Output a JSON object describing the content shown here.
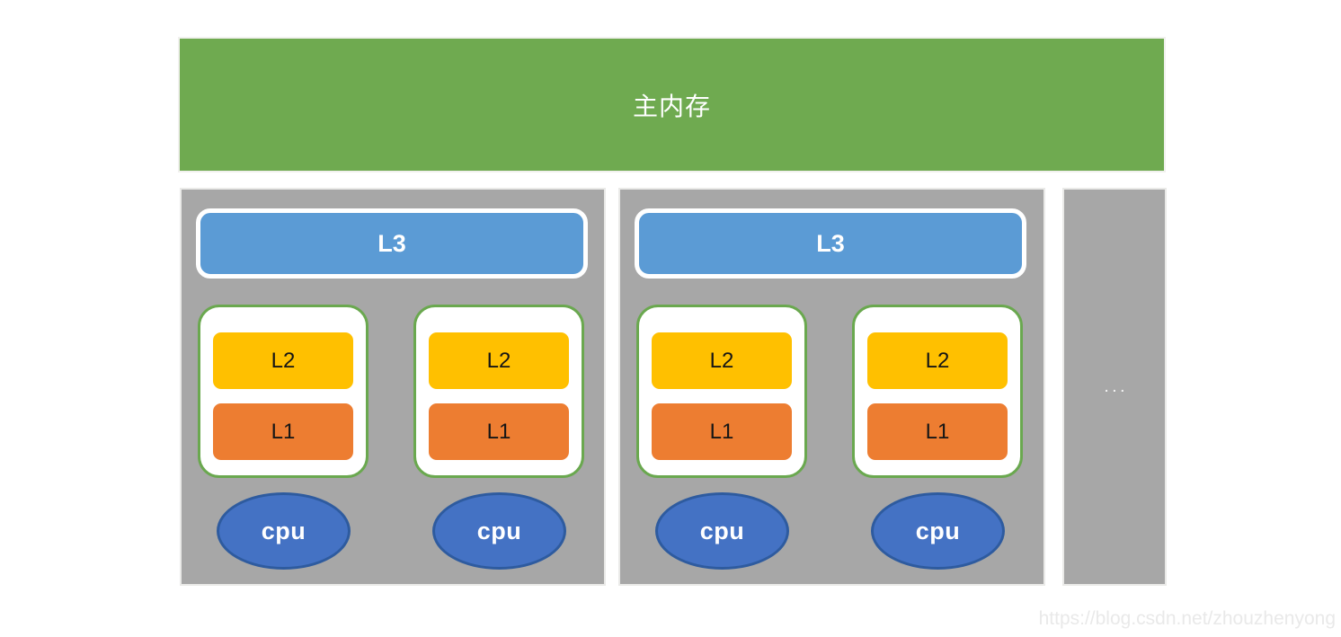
{
  "main_memory": {
    "label": "主内存"
  },
  "sockets": [
    {
      "l3_label": "L3",
      "cores": [
        {
          "l2_label": "L2",
          "l1_label": "L1",
          "cpu_label": "cpu"
        },
        {
          "l2_label": "L2",
          "l1_label": "L1",
          "cpu_label": "cpu"
        }
      ]
    },
    {
      "l3_label": "L3",
      "cores": [
        {
          "l2_label": "L2",
          "l1_label": "L1",
          "cpu_label": "cpu"
        },
        {
          "l2_label": "L2",
          "l1_label": "L1",
          "cpu_label": "cpu"
        }
      ]
    }
  ],
  "more_sockets": {
    "label": "..."
  },
  "watermark": {
    "text": "https://blog.csdn.net/zhouzhenyong"
  },
  "colors": {
    "main_memory": "#6faa50",
    "socket_background": "#a7a7a7",
    "l3_fill": "#5b9bd5",
    "l2_fill": "#ffc000",
    "l1_fill": "#ed7d31",
    "core_border": "#6aa84f",
    "cpu_fill": "#4472c4",
    "cpu_border": "#2e5b9f",
    "l3_text": "#ffffff",
    "cache_text": "#161616",
    "watermark_text": "#e9e9e9"
  }
}
